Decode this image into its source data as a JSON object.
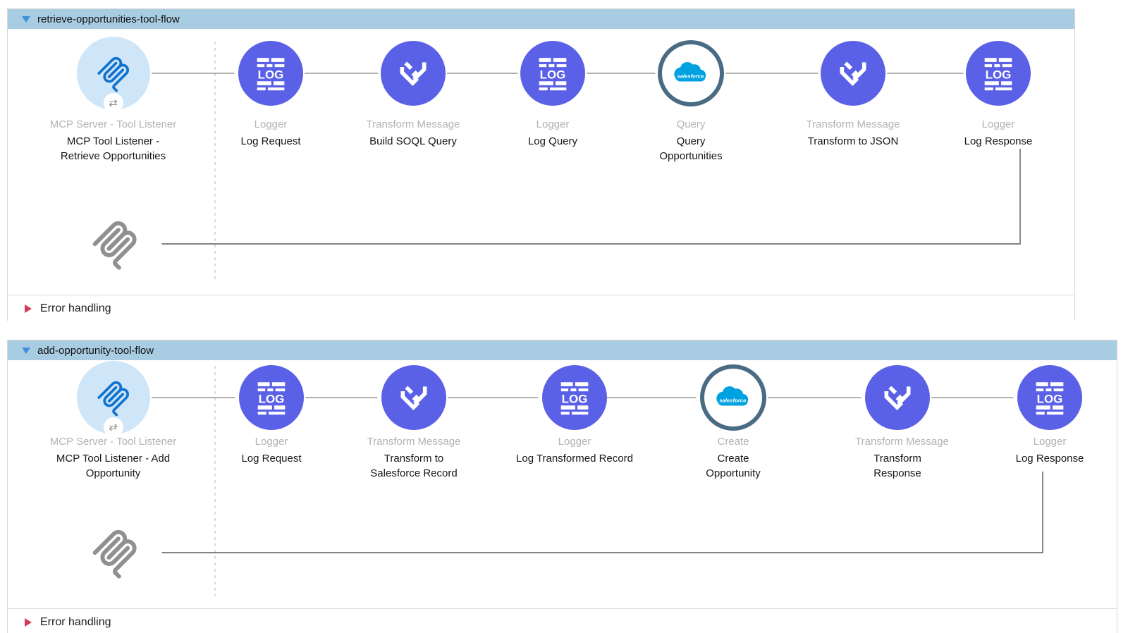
{
  "flows": [
    {
      "title": "retrieve-opportunities-tool-flow",
      "error_handling_label": "Error handling",
      "nodes": [
        {
          "type_label": "MCP Server - Tool Listener",
          "name": "MCP Tool Listener - Retrieve Opportunities"
        },
        {
          "type_label": "Logger",
          "name": "Log Request"
        },
        {
          "type_label": "Transform Message",
          "name": "Build SOQL Query"
        },
        {
          "type_label": "Logger",
          "name": "Log Query"
        },
        {
          "type_label": "Query",
          "name": "Query Opportunities"
        },
        {
          "type_label": "Transform Message",
          "name": "Transform to JSON"
        },
        {
          "type_label": "Logger",
          "name": "Log Response"
        }
      ]
    },
    {
      "title": "add-opportunity-tool-flow",
      "error_handling_label": "Error handling",
      "nodes": [
        {
          "type_label": "MCP Server - Tool Listener",
          "name": "MCP Tool Listener - Add Opportunity"
        },
        {
          "type_label": "Logger",
          "name": "Log Request"
        },
        {
          "type_label": "Transform Message",
          "name": "Transform to Salesforce Record"
        },
        {
          "type_label": "Logger",
          "name": "Log Transformed Record"
        },
        {
          "type_label": "Create",
          "name": "Create Opportunity"
        },
        {
          "type_label": "Transform Message",
          "name": "Transform Response"
        },
        {
          "type_label": "Logger",
          "name": "Log Response"
        }
      ]
    }
  ],
  "icon_text": {
    "logger": "LOG",
    "salesforce": "salesforce",
    "mcp_badge": "⇄"
  },
  "colors": {
    "flow_header_bar": "#a8cce1",
    "collapse_triangle": "#3f8fdd",
    "node_purple": "#5b61e7",
    "mcp_logo_blue": "#1273ce",
    "mcp_circle_bg": "#cfe6f9",
    "mcp_return_gray": "#909090",
    "salesforce_cloud_blue": "#00a1e0",
    "salesforce_ring": "#4a6b84",
    "connector_gray": "#969696",
    "error_triangle_red": "#d23b56"
  }
}
